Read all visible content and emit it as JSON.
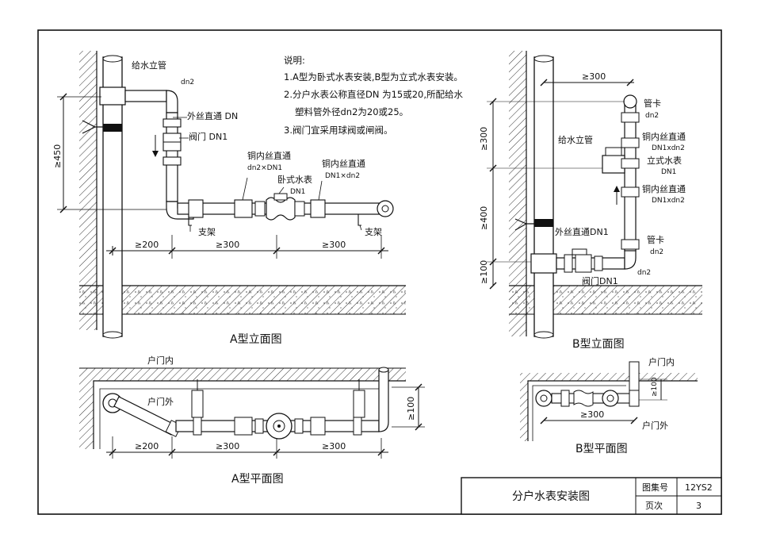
{
  "sheet": {
    "title": "分户水表安装图",
    "atlas_label": "图集号",
    "atlas_no": "12YS2",
    "page_label": "页次",
    "page_no": "3"
  },
  "notes": {
    "heading": "说明:",
    "items": [
      "1.A型为卧式水表安装,B型为立式水表安装。",
      "2.分户水表公称直径DN 为15或20,所配给水",
      "塑料管外径dn2为20或25。",
      "3.阀门宜采用球阀或闸阀。"
    ]
  },
  "a_elev": {
    "title": "A型立面图",
    "riser": "给水立管",
    "dn2": "dn2",
    "union": "外丝直通 DN",
    "valve": "阀门 DN1",
    "copper1_l1": "铜内丝直通",
    "copper1_l2": "dn2×DN1",
    "meter_l1": "卧式水表",
    "meter_l2": "DN1",
    "copper2_l1": "铜内丝直通",
    "copper2_l2": "DN1×dn2",
    "bracket1": "支架",
    "bracket2": "支架",
    "dim_h": "≥450",
    "dim1": "≥200",
    "dim2": "≥300",
    "dim3": "≥300"
  },
  "a_plan": {
    "title": "A型平面图",
    "inside": "户门内",
    "outside": "户门外",
    "dim_side": "≥100",
    "dim1": "≥200",
    "dim2": "≥300",
    "dim3": "≥300"
  },
  "b_elev": {
    "title": "B型立面图",
    "dim_top": "≥300",
    "clamp1_l1": "管卡",
    "clamp1_l2": "dn2",
    "copper1_l1": "铜内丝直通",
    "copper1_l2": "DN1xdn2",
    "meter_l1": "立式水表",
    "meter_l2": "DN1",
    "copper2_l1": "铜内丝直通",
    "copper2_l2": "DN1xdn2",
    "riser": "给水立管",
    "union": "外丝直通DN1",
    "clamp2_l1": "管卡",
    "clamp2_l2": "dn2",
    "valve": "阀门DN1",
    "dn2": "dn2",
    "dim_v1": "≥300",
    "dim_v2": "≥400",
    "dim_v3": "≥100"
  },
  "b_plan": {
    "title": "B型平面图",
    "inside": "户门内",
    "outside": "户门外",
    "dim_side": "≥100",
    "dim_h": "≥300"
  }
}
